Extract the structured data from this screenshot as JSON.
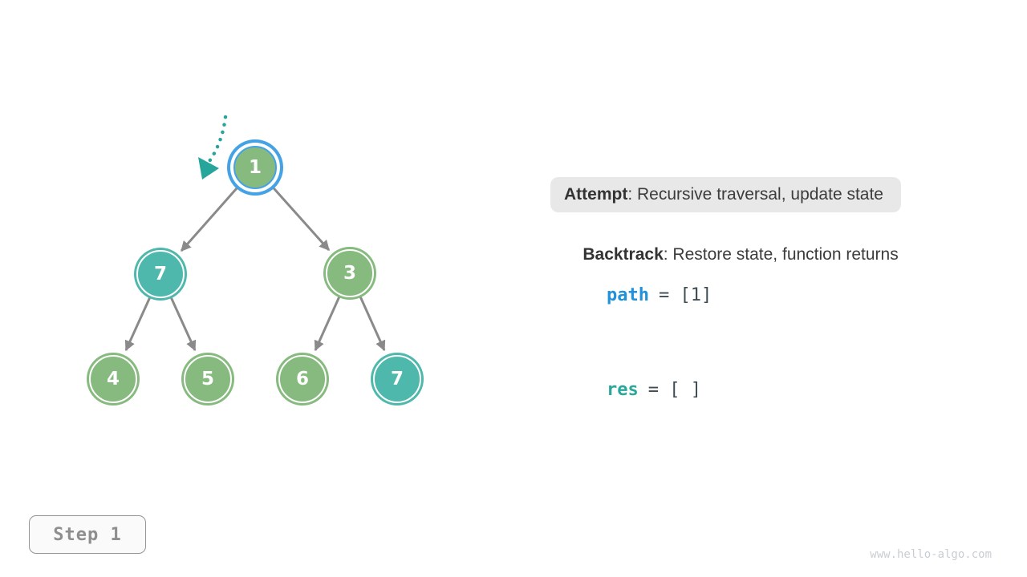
{
  "diagram": {
    "description": "binary-tree backtracking traversal figure",
    "nodes": [
      {
        "label": "1",
        "state": "current-highlighted"
      },
      {
        "label": "7",
        "state": "in-path-teal"
      },
      {
        "label": "3",
        "state": "default-green"
      },
      {
        "label": "4",
        "state": "default-green"
      },
      {
        "label": "5",
        "state": "default-green"
      },
      {
        "label": "6",
        "state": "default-green"
      },
      {
        "label": "7",
        "state": "in-path-teal"
      }
    ],
    "edges": [
      {
        "from": 0,
        "to": 1
      },
      {
        "from": 0,
        "to": 2
      },
      {
        "from": 1,
        "to": 3
      },
      {
        "from": 1,
        "to": 4
      },
      {
        "from": 2,
        "to": 5
      },
      {
        "from": 2,
        "to": 6
      }
    ]
  },
  "panel": {
    "attempt_label": "Attempt",
    "attempt_text": ": Recursive traversal, update state",
    "backtrack_label": "Backtrack",
    "backtrack_text": ": Restore state, function returns",
    "path_label": "path",
    "path_value": "= [1]",
    "res_label": "res",
    "res_value": "= [ ]"
  },
  "footer": {
    "step_label": "Step 1",
    "watermark": "www.hello-algo.com"
  },
  "colors": {
    "node_green": "#86ba7e",
    "node_teal": "#4fb8ac",
    "highlight_blue": "#44a2e5",
    "edge_gray": "#8a8a8a",
    "pointer_teal": "#26a69a",
    "keyword_blue": "#2191d9",
    "keyword_teal": "#2aa79b",
    "pill_background": "#e8e8e8",
    "code_text": "#3f4b52"
  }
}
